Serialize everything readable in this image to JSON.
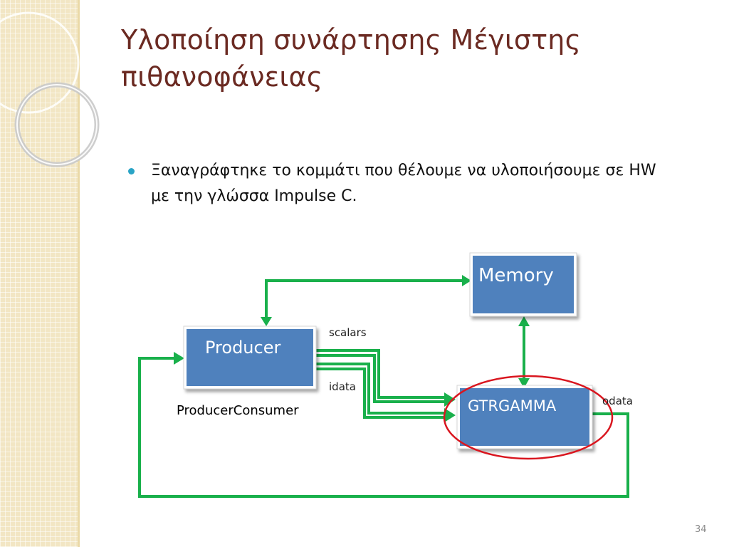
{
  "slide": {
    "title": "Υλοποίηση συνάρτησης Μέγιστης πιθανοφάνειας",
    "bullets": [
      "Ξαναγράφτηκε το κομμάτι που θέλουμε να υλοποιήσουμε σε HW με την γλώσσα Impulse C."
    ],
    "page_number": "34"
  },
  "diagram": {
    "blocks": {
      "memory": "Memory",
      "producer": "Producer",
      "gtrgamma": "GTRGAMMA"
    },
    "signals": {
      "scalars": "scalars",
      "idata": "idata",
      "odata": "odata"
    },
    "caption": "ProducerConsumer",
    "colors": {
      "block_fill": "#4f81bd",
      "arrow": "#19b04b",
      "highlight": "#d9161f",
      "title": "#6b2a22",
      "bullet": "#2aa4c6"
    }
  }
}
